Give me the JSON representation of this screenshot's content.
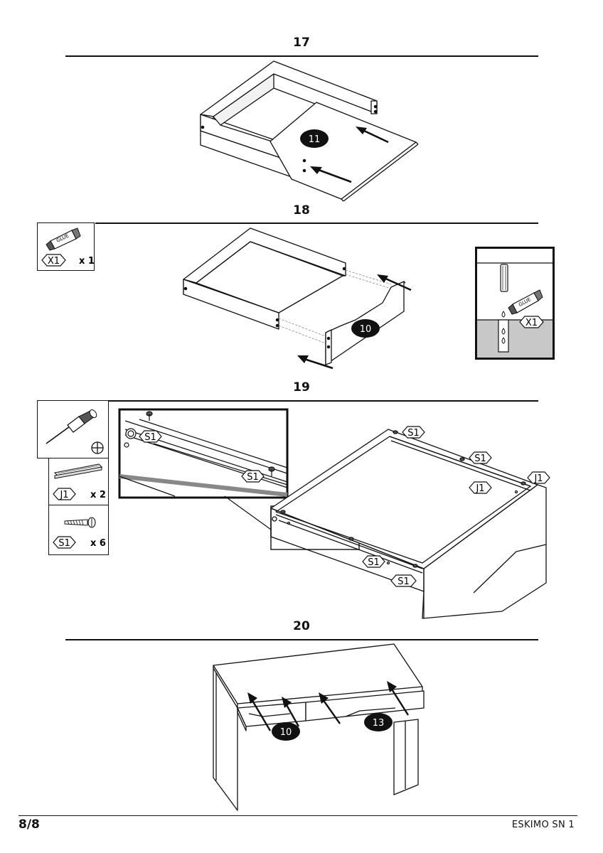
{
  "steps": [
    {
      "number": "17",
      "callouts": [
        "11"
      ]
    },
    {
      "number": "18",
      "parts": [
        {
          "code": "X1",
          "qty": "x 1",
          "icon": "glue-tube-icon",
          "icon_label": "GLUE"
        }
      ],
      "callouts": [
        "10"
      ],
      "detail_tag": "X1",
      "detail_icon_label": "GLUE"
    },
    {
      "number": "19",
      "tool": "phillips-screwdriver-icon",
      "parts": [
        {
          "code": "J1",
          "qty": "x 2",
          "icon": "drawer-runner-icon"
        },
        {
          "code": "S1",
          "qty": "x 6",
          "icon": "screw-icon"
        }
      ],
      "tags": [
        "S1",
        "S1",
        "S1",
        "S1",
        "J1",
        "J1",
        "S1"
      ]
    },
    {
      "number": "20",
      "callouts": [
        "10",
        "13"
      ]
    }
  ],
  "footer": {
    "page": "8/8",
    "title": "ESKIMO SN 1"
  },
  "colors": {
    "ink": "#111111",
    "callout_fill": "#111111",
    "callout_text": "#ffffff",
    "shade": "#c8c8c8"
  }
}
